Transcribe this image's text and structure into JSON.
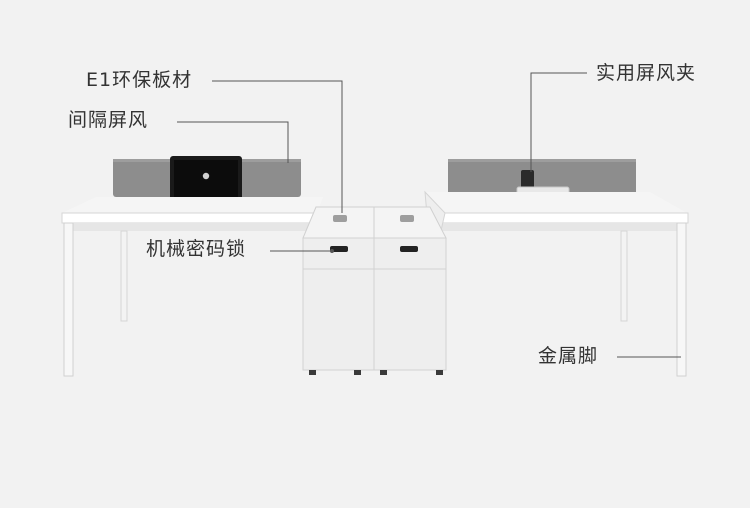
{
  "labels": {
    "e1_board": "E1环保板材",
    "partition_screen": "间隔屏风",
    "screen_clip": "实用屏风夹",
    "combination_lock": "机械密码锁",
    "metal_legs": "金属脚"
  },
  "colors": {
    "background": "#f2f2f2",
    "desk_top": "#f7f7f7",
    "desk_edge": "#d9d9d9",
    "screen": "#8c8c8c",
    "cabinet": "#ededed",
    "leader_line": "#555555",
    "text": "#333333"
  }
}
